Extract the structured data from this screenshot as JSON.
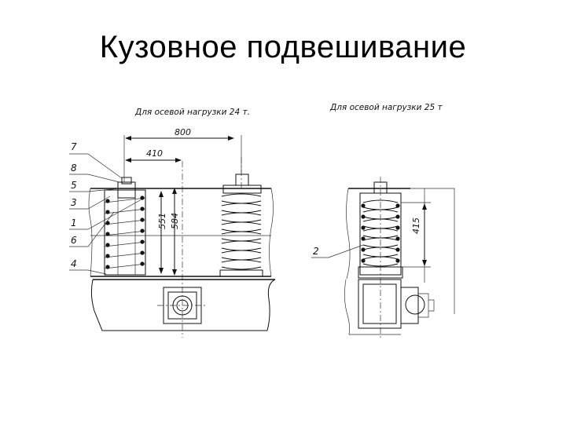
{
  "slide": {
    "title": "Кузовное подвешивание"
  },
  "diagram": {
    "left_caption": "Для осевой нагрузки 24 т.",
    "right_caption": "Для осевой нагрузки 25 т",
    "dimensions": {
      "d800": "800",
      "d410": "410",
      "d551": "551",
      "d584": "584",
      "d415": "415"
    },
    "callouts": {
      "c7": "7",
      "c8": "8",
      "c5": "5",
      "c3": "3",
      "c1": "1",
      "c6": "6",
      "c4": "4",
      "c2": "2"
    }
  }
}
